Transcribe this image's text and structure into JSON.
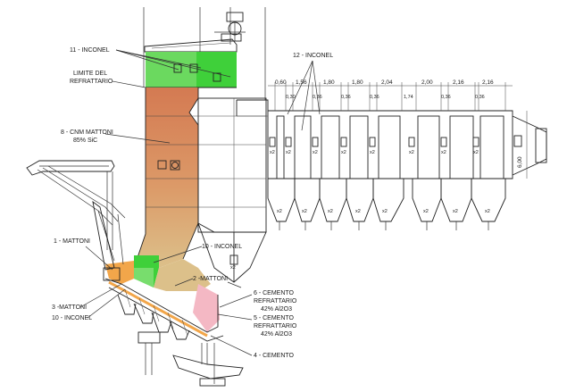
{
  "labels": {
    "inconel_11": "11 - INCONEL",
    "limite_line1": "LIMITE DEL",
    "limite_line2": "REFRATTARIO",
    "cnm_line1": "8 - CNM MATTONI",
    "cnm_line2": "85% SiC",
    "inconel_12": "12 - INCONEL",
    "mattoni_1": "1 - MATTONI",
    "inconel_10_mid": "10 - INCONEL",
    "mattoni_2": "2 -MATTONI",
    "mattoni_3": "3 -MATTONI",
    "inconel_10_low": "10 - INCONEL",
    "cemento_6_l1": "6 - CEMENTO",
    "cemento_6_l2": "REFRATTARIO",
    "cemento_6_l3": "42% Al2O3",
    "cemento_5_l1": "5 - CEMENTO",
    "cemento_5_l2": "REFRATTARIO",
    "cemento_5_l3": "42% Al2O3",
    "cemento_4": "4 - CEMENTO"
  },
  "dimensions": {
    "top": [
      "0,60",
      "1,56",
      "1,80",
      "1,80",
      "2,04",
      "2,00",
      "2,16",
      "2,16"
    ],
    "gaps": [
      "0,30",
      "0,36",
      "0,36",
      "0,36",
      "1,74",
      "0,36",
      "0,36"
    ],
    "height": "6,00"
  },
  "multipliers": {
    "bank": "x2",
    "hopper": "x2"
  },
  "colors": {
    "green_bright": "#3fd03a",
    "green_light": "#a6e79b",
    "brown_refractory": "#d98155",
    "tan_refractory": "#d8ad7a",
    "orange_bricks": "#f2a64a",
    "pink_cement": "#f4b8c4",
    "tube_green": "#2f9a3c",
    "tube_grey": "#9a9a9a",
    "tube_dark": "#3a3a3a"
  }
}
